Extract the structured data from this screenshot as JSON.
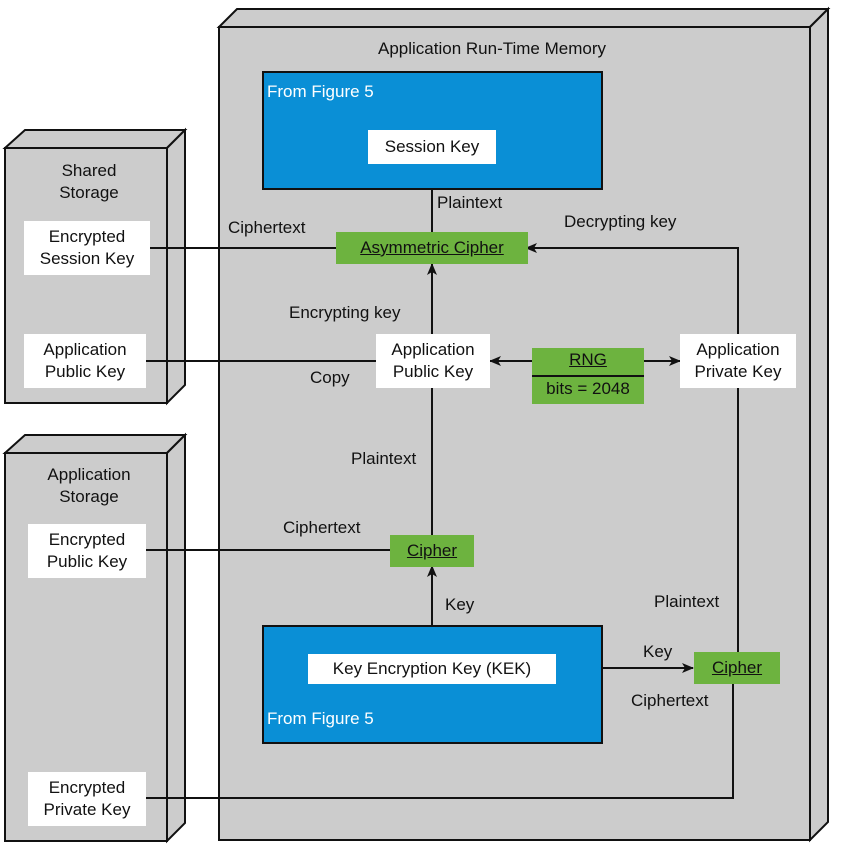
{
  "run_time_memory": {
    "title": "Application Run-Time Memory"
  },
  "shared_storage": {
    "title_line1": "Shared",
    "title_line2": "Storage",
    "encrypted_session_key": [
      "Encrypted",
      "Session Key"
    ],
    "application_public_key": [
      "Application",
      "Public Key"
    ]
  },
  "application_storage": {
    "title_line1": "Application",
    "title_line2": "Storage",
    "encrypted_public_key": [
      "Encrypted",
      "Public Key"
    ],
    "encrypted_private_key": [
      "Encrypted",
      "Private Key"
    ]
  },
  "figure5_top": {
    "tab": "From Figure 5",
    "session_key": "Session Key"
  },
  "figure5_bottom": {
    "tab": "From Figure 5",
    "kek": "Key Encryption Key (KEK)"
  },
  "asymmetric_cipher": "Asymmetric Cipher",
  "rng": {
    "label": "RNG",
    "bits": "bits = 2048"
  },
  "app_public_key": [
    "Application",
    "Public Key"
  ],
  "app_private_key": [
    "Application",
    "Private Key"
  ],
  "cipher_middle": "Cipher",
  "cipher_right": "Cipher",
  "edge_labels": {
    "plaintext_top": "Plaintext",
    "ciphertext_top": "Ciphertext",
    "decrypting_key": "Decrypting key",
    "encrypting_key": "Encrypting key",
    "copy": "Copy",
    "plaintext_middle": "Plaintext",
    "ciphertext_middle": "Ciphertext",
    "key_middle": "Key",
    "key_right": "Key",
    "plaintext_right": "Plaintext",
    "ciphertext_right": "Ciphertext"
  },
  "colors": {
    "panel": "#cccccc",
    "blue": "#0a8fd6",
    "green": "#6db33f"
  }
}
